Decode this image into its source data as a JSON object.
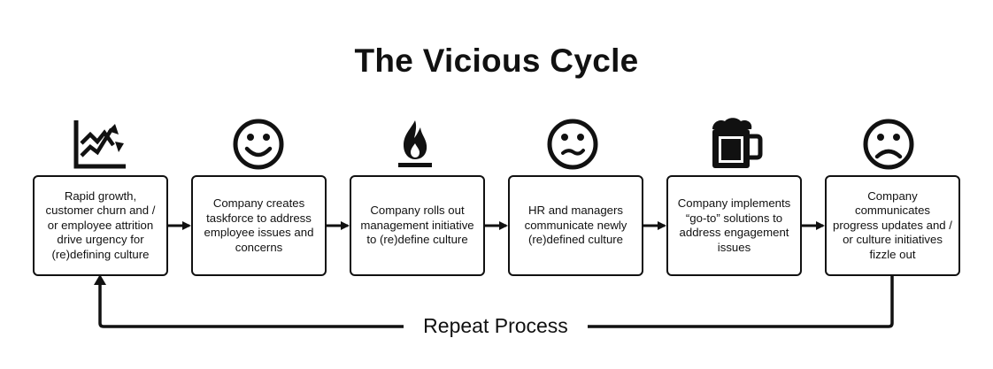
{
  "title": "The Vicious Cycle",
  "steps": [
    {
      "icon": "chart-trend-icon",
      "text": "Rapid growth, customer churn and / or employee attrition drive urgency for (re)defining culture"
    },
    {
      "icon": "smiley-happy-icon",
      "text": "Company creates taskforce to address employee issues and concerns"
    },
    {
      "icon": "flame-icon",
      "text": "Company rolls out management initiative to (re)define culture"
    },
    {
      "icon": "smiley-neutral-icon",
      "text": "HR and managers communicate newly (re)defined culture"
    },
    {
      "icon": "beer-mug-icon",
      "text": "Company implements “go-to” solutions to address engagement issues"
    },
    {
      "icon": "smiley-sad-icon",
      "text": "Company communicates progress updates and / or culture initiatives fizzle out"
    }
  ],
  "loop_label": "Repeat Process"
}
